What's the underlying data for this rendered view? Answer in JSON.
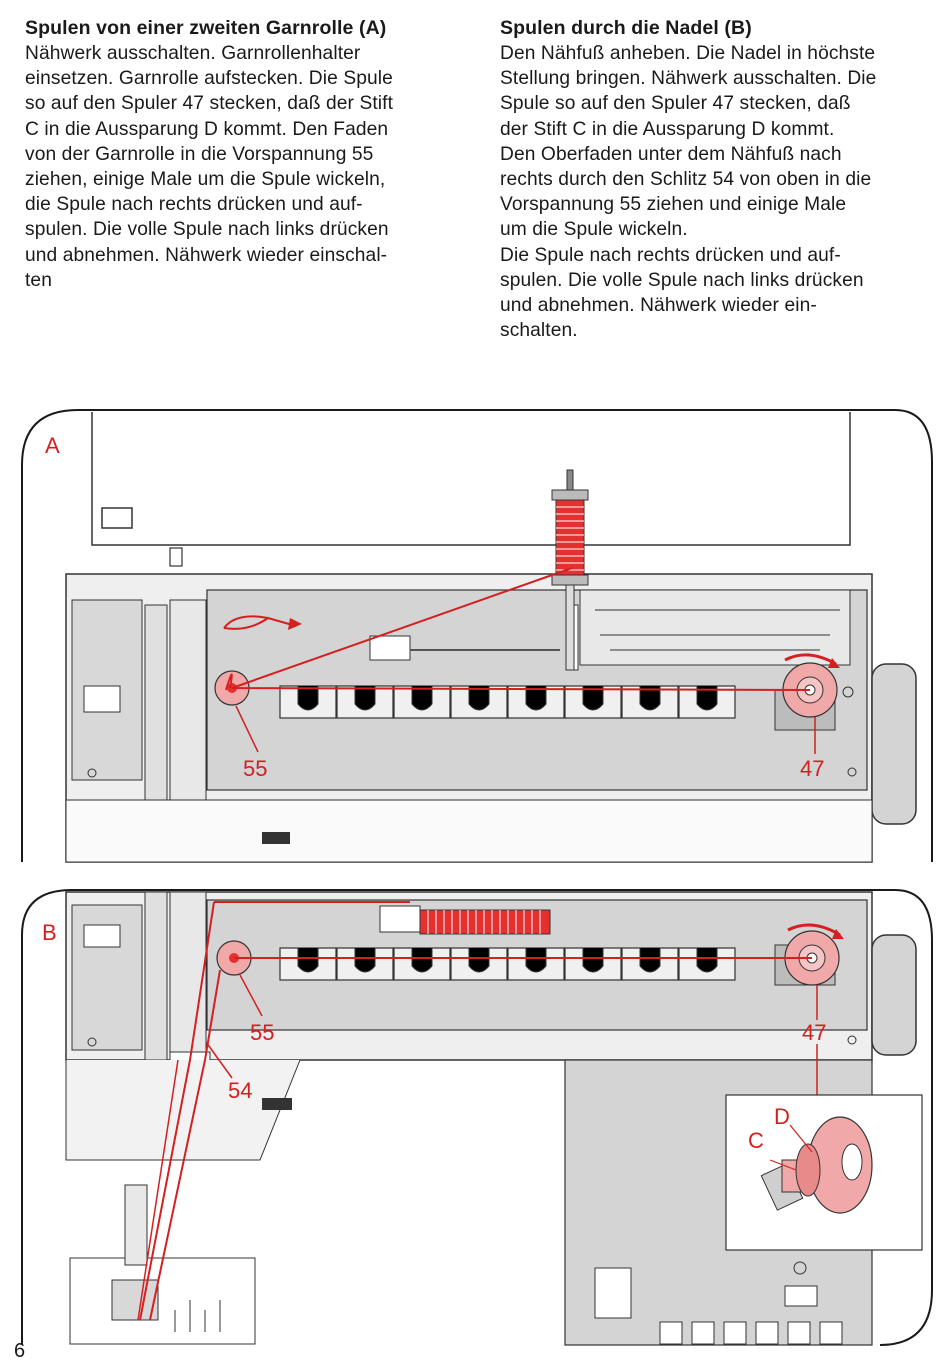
{
  "left_column": {
    "heading": "Spulen von einer zweiten Garnrolle (A)",
    "body": "Nähwerk ausschalten. Garnrollenhalter\neinsetzen. Garnrolle aufstecken. Die Spule\nso auf den Spuler 47 stecken, daß der Stift\nC in die Aussparung D kommt. Den Faden\nvon der Garnrolle in die Vorspannung 55\nziehen, einige Male um die Spule wickeln,\ndie Spule nach rechts drücken und auf-\nspulen. Die volle Spule nach links drücken\nund abnehmen. Nähwerk wieder einschal-\nten"
  },
  "right_column": {
    "heading": "Spulen durch die Nadel (B)",
    "body": "Den Nähfuß anheben. Die Nadel in höchste\nStellung bringen. Nähwerk ausschalten. Die\nSpule so auf den Spuler 47 stecken, daß\nder Stift C in die Aussparung D kommt.\nDen Oberfaden unter dem Nähfuß nach\nrechts durch den Schlitz 54 von oben in die\nVorspannung 55 ziehen und einige Male\num die Spule wickeln.\nDie Spule nach rechts drücken und auf-\nspulen. Die volle Spule nach links drücken\nund abnehmen. Nähwerk wieder ein-\nschalten."
  },
  "figure_a": {
    "panel_label": "A",
    "callout_tension": "55",
    "callout_winder": "47"
  },
  "figure_b": {
    "panel_label": "B",
    "callout_tension": "55",
    "callout_winder": "47",
    "callout_slot": "54",
    "callout_pin": "C",
    "callout_recess": "D"
  },
  "page_number": "6",
  "colors": {
    "thread": "#d42020",
    "panel_gray": "#d4d4d4",
    "ink": "#1a1a1a"
  }
}
